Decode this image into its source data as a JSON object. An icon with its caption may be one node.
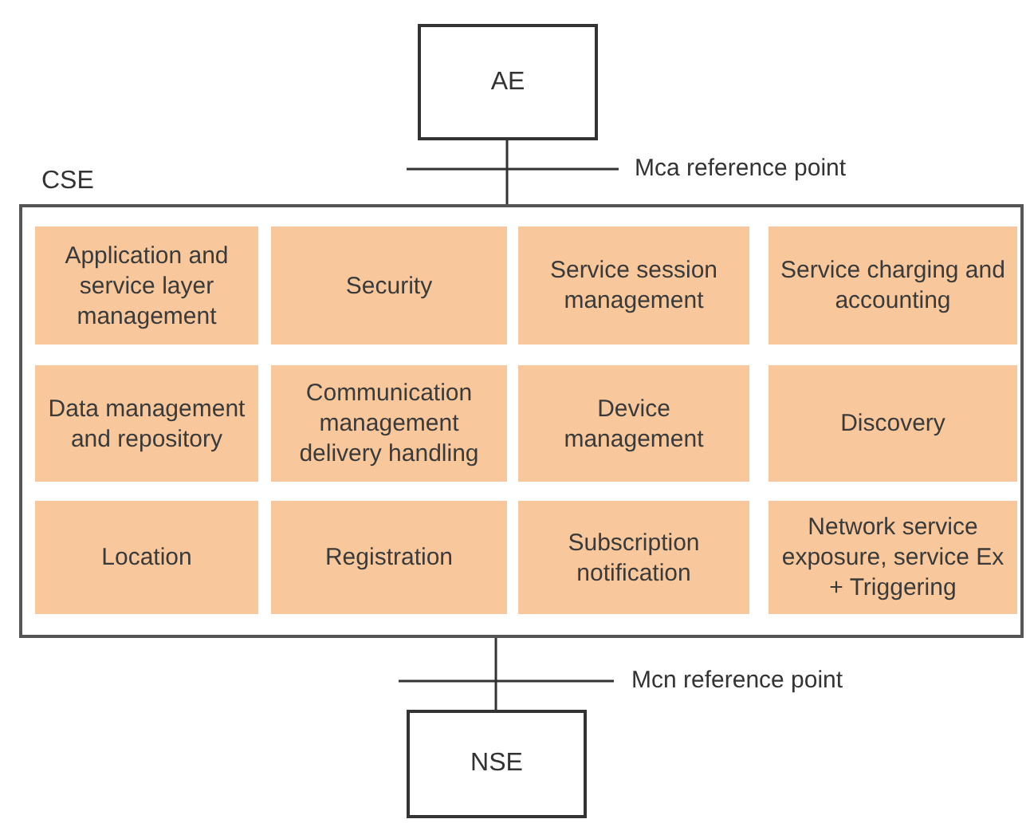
{
  "diagram": {
    "nodes": [
      {
        "text": [
          "AE"
        ]
      },
      {
        "text": [
          "CSE"
        ]
      },
      {
        "text": [
          "Application and service layer management"
        ],
        "in": 1
      },
      {
        "text": [
          "Security"
        ],
        "in": 1
      },
      {
        "text": [
          "Service session management"
        ],
        "in": 1
      },
      {
        "text": [
          "Service charging and accounting"
        ],
        "in": 1
      },
      {
        "text": [
          "Data management and repository"
        ],
        "in": 1
      },
      {
        "text": [
          "Communication management delivery handling"
        ],
        "in": 1
      },
      {
        "text": [
          "Device management"
        ],
        "in": 1
      },
      {
        "text": [
          "Discovery"
        ],
        "in": 1
      },
      {
        "text": [
          "Location"
        ],
        "in": 1
      },
      {
        "text": [
          "Registration"
        ],
        "in": 1
      },
      {
        "text": [
          "Subscription notification"
        ],
        "in": 1
      },
      {
        "text": [
          "Network service exposure, service Ex + Triggering"
        ],
        "in": 1
      },
      {
        "text": [
          "NSE"
        ]
      }
    ],
    "edges": [
      {
        "from": 0,
        "to": 1,
        "arrow": "none"
      },
      {
        "from": 1,
        "to": 14,
        "arrow": "none"
      }
    ],
    "labels": [
      "Mca reference point",
      "Mcn reference point"
    ]
  }
}
